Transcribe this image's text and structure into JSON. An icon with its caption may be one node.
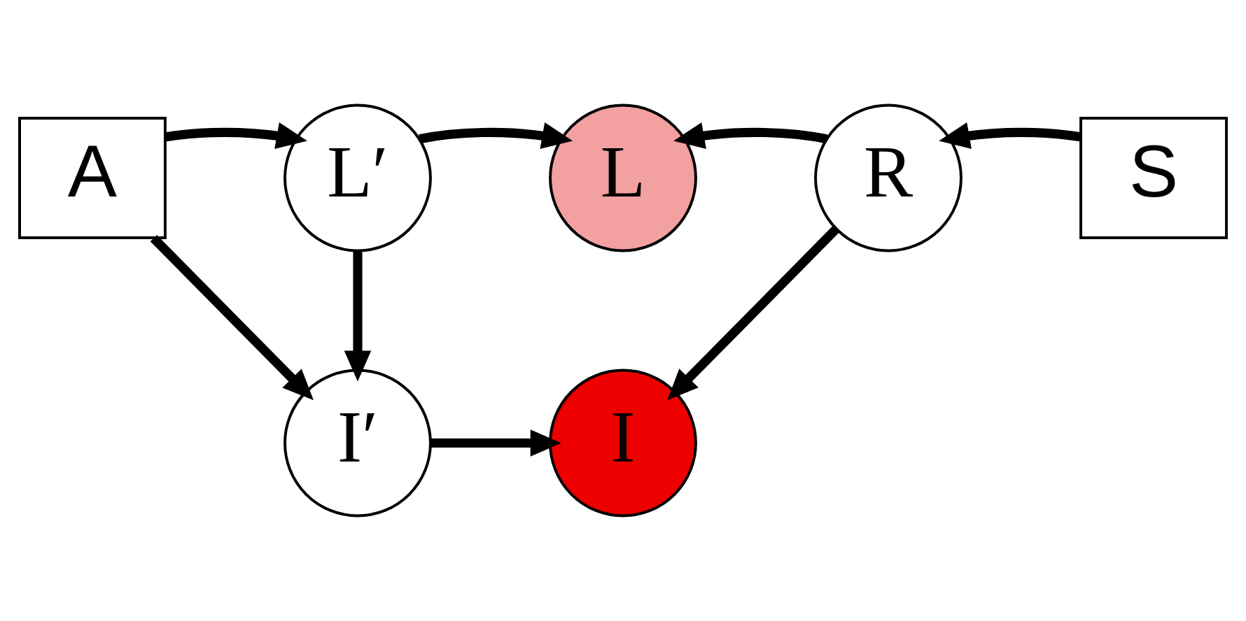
{
  "diagram": {
    "nodes": [
      {
        "text": [
          "A"
        ]
      },
      {
        "text": [
          "L′"
        ]
      },
      {
        "text": [
          "L"
        ]
      },
      {
        "text": [
          "I′"
        ]
      },
      {
        "text": [
          "I"
        ]
      },
      {
        "text": [
          "R"
        ]
      },
      {
        "text": [
          "S"
        ]
      }
    ],
    "edges": [
      {
        "from": 0,
        "to": 1,
        "arrow": "to"
      },
      {
        "from": 0,
        "to": 3,
        "arrow": "to"
      },
      {
        "from": 1,
        "to": 2,
        "arrow": "to"
      },
      {
        "from": 1,
        "to": 3,
        "arrow": "to"
      },
      {
        "from": 3,
        "to": 4,
        "arrow": "to"
      },
      {
        "from": 5,
        "to": 2,
        "arrow": "to"
      },
      {
        "from": 5,
        "to": 4,
        "arrow": "to"
      },
      {
        "from": 6,
        "to": 5,
        "arrow": "to"
      }
    ]
  }
}
